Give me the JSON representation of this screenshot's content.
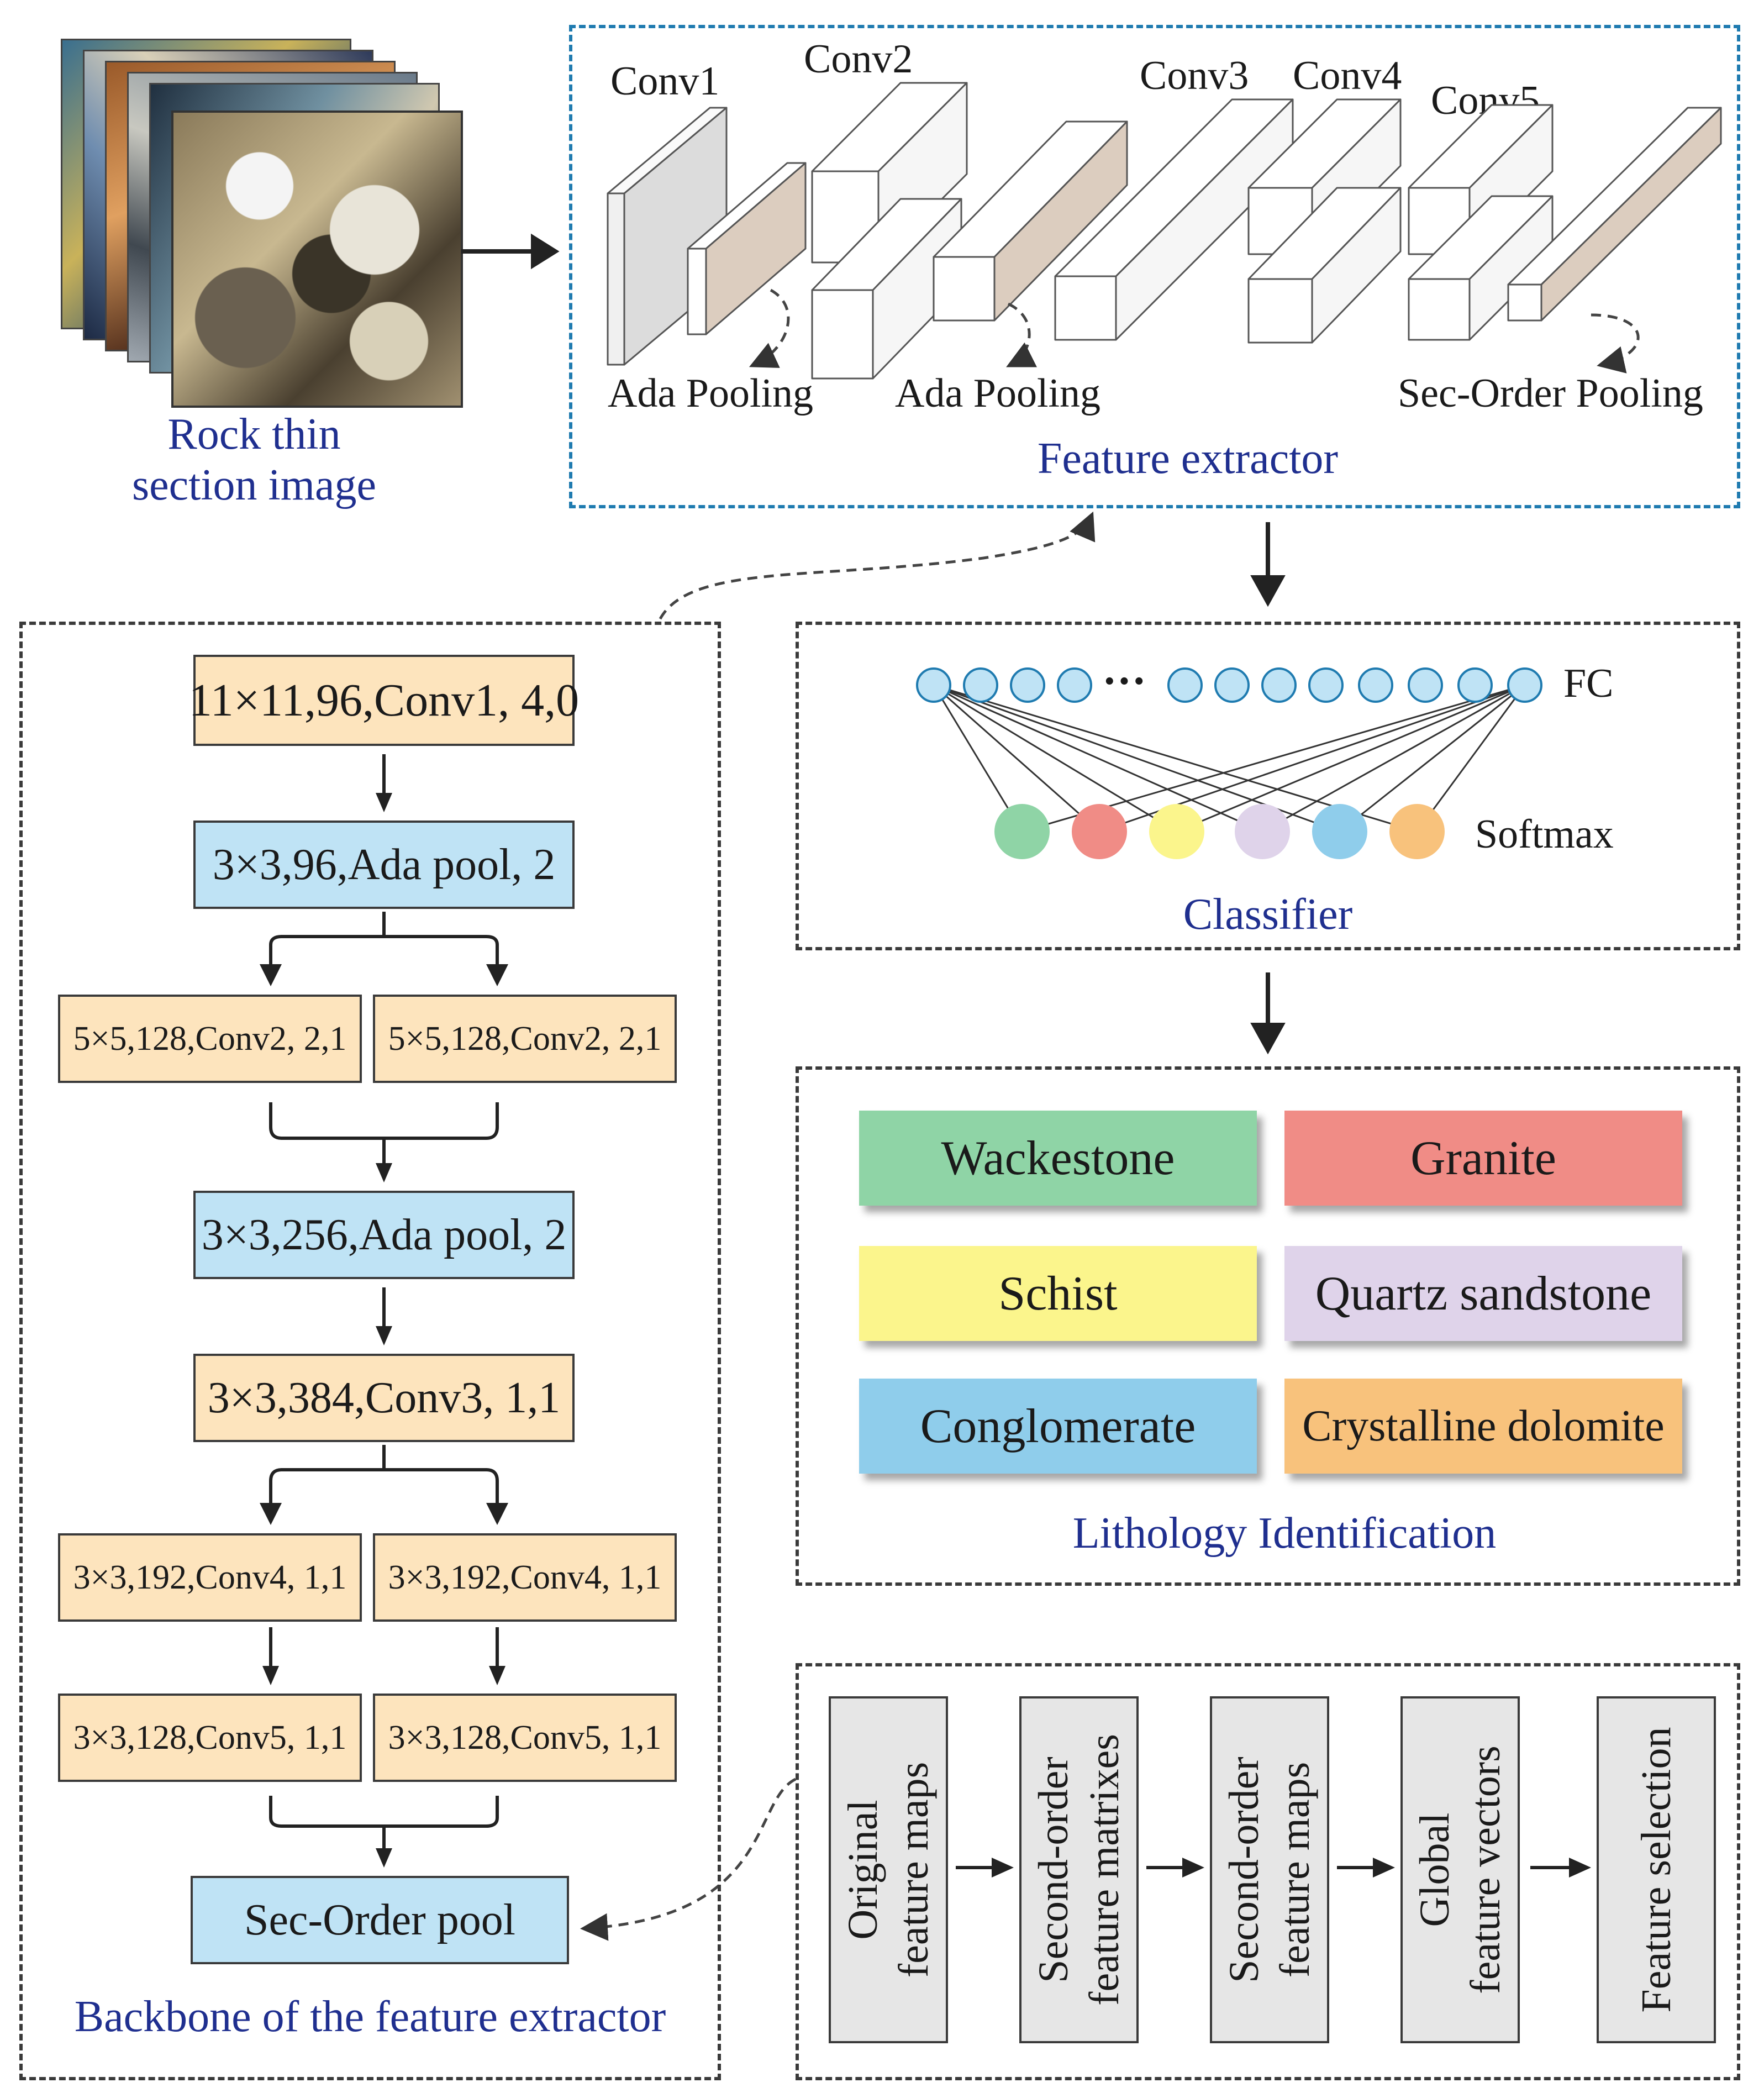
{
  "input": {
    "caption_line1": "Rock thin",
    "caption_line2": "section image"
  },
  "feature_extractor": {
    "title": "Feature extractor",
    "layers": [
      "Conv1",
      "Conv2",
      "Conv3",
      "Conv4",
      "Conv5"
    ],
    "pooling": [
      "Ada Pooling",
      "Ada Pooling",
      "Sec-Order Pooling"
    ]
  },
  "classifier": {
    "title": "Classifier",
    "fc_label": "FC",
    "softmax_label": "Softmax",
    "ellipsis": "···"
  },
  "lithology": {
    "title": "Lithology Identification",
    "classes": [
      {
        "label": "Wackestone",
        "color": "#8fd4a6"
      },
      {
        "label": "Granite",
        "color": "#f08c86"
      },
      {
        "label": "Schist",
        "color": "#fbf58c"
      },
      {
        "label": "Quartz sandstone",
        "color": "#dfd3ea"
      },
      {
        "label": "Conglomerate",
        "color": "#8fcdeb"
      },
      {
        "label": "Crystalline dolomite",
        "color": "#f8c27c"
      }
    ]
  },
  "softmax_node_colors": [
    "#8fd4a6",
    "#f08c86",
    "#fbf58c",
    "#dfd3ea",
    "#8fcdeb",
    "#f8c27c"
  ],
  "backbone": {
    "title": "Backbone of the feature extractor",
    "conv1": "11×11,96,Conv1, 4,0",
    "pool1": "3×3,96,Ada pool, 2",
    "conv2_left": "5×5,128,Conv2, 2,1",
    "conv2_right": "5×5,128,Conv2, 2,1",
    "pool2": "3×3,256,Ada pool, 2",
    "conv3": "3×3,384,Conv3, 1,1",
    "conv4_left": "3×3,192,Conv4, 1,1",
    "conv4_right": "3×3,192,Conv4, 1,1",
    "conv5_left": "3×3,128,Conv5, 1,1",
    "conv5_right": "3×3,128,Conv5, 1,1",
    "sec_pool": "Sec-Order pool"
  },
  "second_order": {
    "steps": [
      {
        "line1": "Original",
        "line2": "feature maps"
      },
      {
        "line1": "Second-order",
        "line2": "feature matrixes"
      },
      {
        "line1": "Second-order",
        "line2": "feature maps"
      },
      {
        "line1": "Global",
        "line2": "feature vectors"
      },
      {
        "line1": "Feature selection",
        "line2": ""
      }
    ]
  }
}
